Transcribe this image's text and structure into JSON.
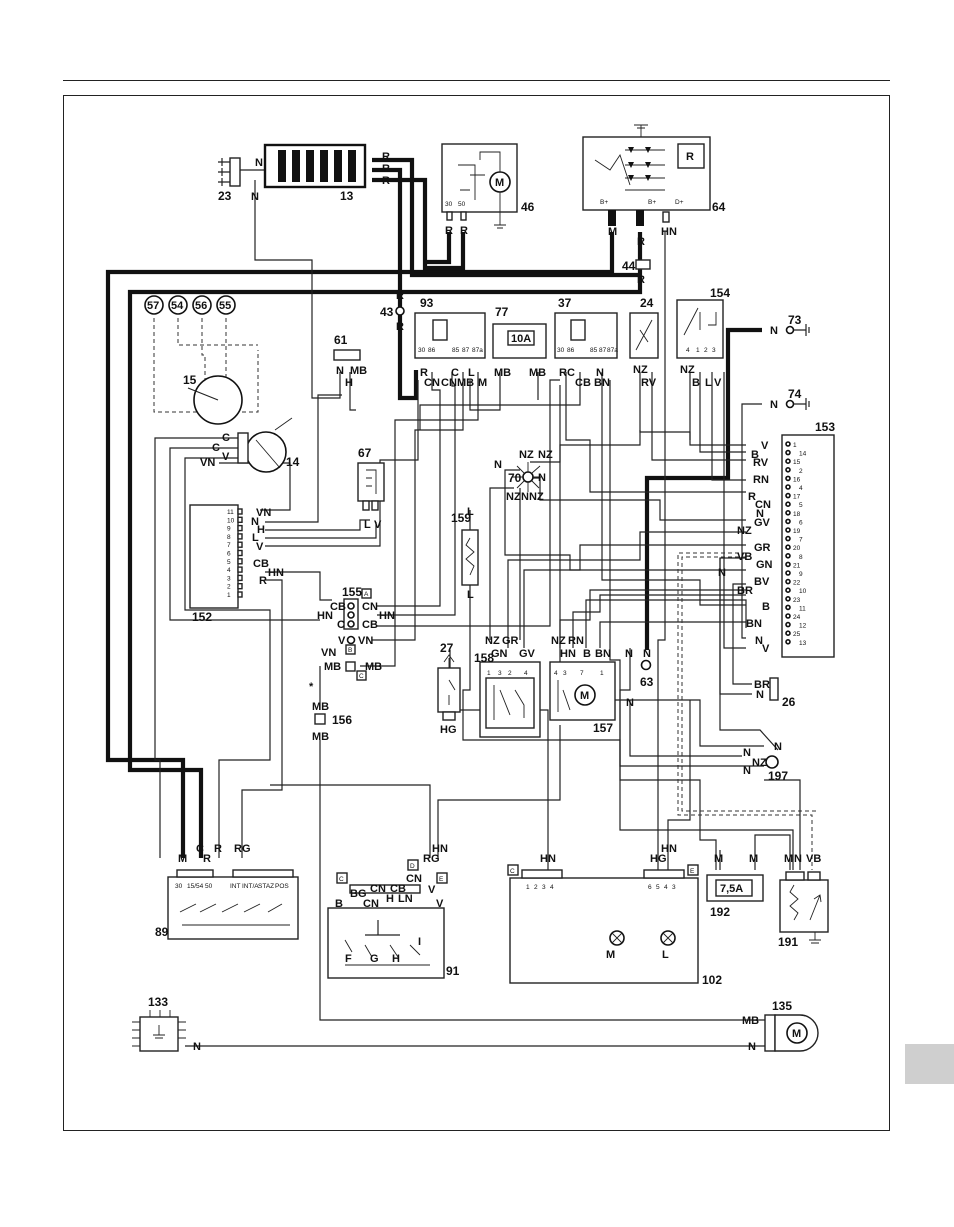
{
  "components": {
    "c13": "13",
    "c14": "14",
    "c15": "15",
    "c23": "23",
    "c24": "24",
    "c26": "26",
    "c27": "27",
    "c37": "37",
    "c43": "43",
    "c44": "44",
    "c46": "46",
    "c54": "54",
    "c55": "55",
    "c56": "56",
    "c57": "57",
    "c61": "61",
    "c63": "63",
    "c64": "64",
    "c67": "67",
    "c70": "70",
    "c73": "73",
    "c74": "74",
    "c77": "77",
    "c89": "89",
    "c91": "91",
    "c93": "93",
    "c102": "102",
    "c133": "133",
    "c135": "135",
    "c152": "152",
    "c153": "153",
    "c154": "154",
    "c155": "155",
    "c156": "156",
    "c157": "157",
    "c158": "158",
    "c159": "159",
    "c191": "191",
    "c192": "192",
    "c197": "197"
  },
  "fuses": {
    "f77": "10A",
    "f192": "7,5A"
  },
  "motor_symbol": "M",
  "ecu153_pins": [
    "1",
    "14",
    "15",
    "2",
    "16",
    "4",
    "17",
    "5",
    "18",
    "6",
    "19",
    "7",
    "20",
    "8",
    "21",
    "9",
    "22",
    "10",
    "23",
    "11",
    "24",
    "12",
    "25",
    "13"
  ],
  "ecu152_pins": [
    "11",
    "10",
    "9",
    "8",
    "7",
    "6",
    "5",
    "4",
    "3",
    "2",
    "1"
  ],
  "switch89_terminals": [
    "30",
    "15/54",
    "50",
    "INT",
    "INT/A",
    "STAZ",
    "POS"
  ],
  "switch91_letters": [
    "B",
    "F",
    "G",
    "H",
    "I"
  ],
  "connector_letters": [
    "A",
    "B",
    "C",
    "C",
    "D",
    "E",
    "C",
    "E"
  ],
  "lamps102": [
    "M",
    "L"
  ],
  "regulator64": {
    "r": "R",
    "b_plus_1": "B+",
    "b_plus_2": "B+",
    "d_plus": "D+"
  },
  "relay_pins": [
    "30",
    "86",
    "85",
    "87",
    "87a"
  ],
  "wire_codes": {
    "n_23": "N",
    "n_23b": "N",
    "r13a": "R",
    "r13b": "R",
    "r13c": "R",
    "r46a": "R",
    "r46b": "R",
    "m64": "M",
    "r64": "R",
    "hn64": "HN",
    "r44": "R",
    "r43a": "R",
    "r43b": "R",
    "n61": "N",
    "mb61": "MB",
    "h61": "H",
    "r93": "R",
    "cn93": "CN",
    "cn93b": "CN",
    "mb93": "MB",
    "l93": "L",
    "m93": "M",
    "mb77a": "MB",
    "mb77b": "MB",
    "r37": "R",
    "c37": "C",
    "cb37": "CB",
    "n37": "N",
    "bn37": "BN",
    "nz24": "NZ",
    "rv24": "RV",
    "nz154": "NZ",
    "b154": "B",
    "l154": "L",
    "v154": "V",
    "n73": "N",
    "n74": "N",
    "c14a": "C",
    "c14b": "C",
    "v14": "V",
    "vn14": "VN",
    "vn152": "VN",
    "n152": "N",
    "h152": "H",
    "l152": "L",
    "v152": "V",
    "cb152": "CB",
    "hn152": "HN",
    "r152": "R",
    "l67": "L",
    "v67": "V",
    "nz70a": "NZ",
    "nz70b": "NZ",
    "n70a": "N",
    "n70b": "N",
    "nz70c": "NZ",
    "n70c": "N",
    "nz70d": "NZ",
    "l159a": "L",
    "l159b": "L",
    "cb155a": "CB",
    "cn155": "CN",
    "hn155a": "HN",
    "hn155b": "HN",
    "c155": "C",
    "cb155b": "CB",
    "v155": "V",
    "vn155a": "VN",
    "vn155b": "VN",
    "mb155a": "MB",
    "mb155b": "MB",
    "mb156": "MB",
    "nz158": "NZ",
    "gr158": "GR",
    "gn158": "GN",
    "gv158": "GV",
    "nz157": "NZ",
    "rn157": "RN",
    "hn157": "HN",
    "b157": "B",
    "bn157": "BN",
    "n63a": "N",
    "n63b": "N",
    "n63c": "N",
    "hg27": "HG",
    "v153_1": "V",
    "b153": "B",
    "rv153": "RV",
    "rn153": "RN",
    "r153": "R",
    "cn153": "CN",
    "n153a": "N",
    "gv153": "GV",
    "nz153": "NZ",
    "gr153": "GR",
    "vb153": "VB",
    "gn153": "GN",
    "n153b": "N",
    "bv153": "BV",
    "br153": "BR",
    "b153b": "B",
    "bn153": "BN",
    "n153c": "N",
    "v153b": "V",
    "br26": "BR",
    "n26": "N",
    "n197a": "N",
    "nz197": "NZ",
    "n197b": "N",
    "n197c": "N",
    "m89": "M",
    "c89": "C",
    "r89": "R",
    "rg89": "RG",
    "hn91": "HN",
    "rg91": "RG",
    "b91": "B",
    "bg91": "BG",
    "cn91": "CN",
    "cb91": "CB",
    "cn91b": "CN",
    "h91": "H",
    "ln91": "LN",
    "v91": "V",
    "v91b": "V",
    "hn102a": "HN",
    "hg102": "HG",
    "hn102b": "HN",
    "m192a": "M",
    "m192b": "M",
    "m191": "M",
    "n191": "N",
    "vb191": "VB",
    "mb135": "MB",
    "n135": "N",
    "n133": "N"
  },
  "misc_marks": {
    "star": "*"
  }
}
